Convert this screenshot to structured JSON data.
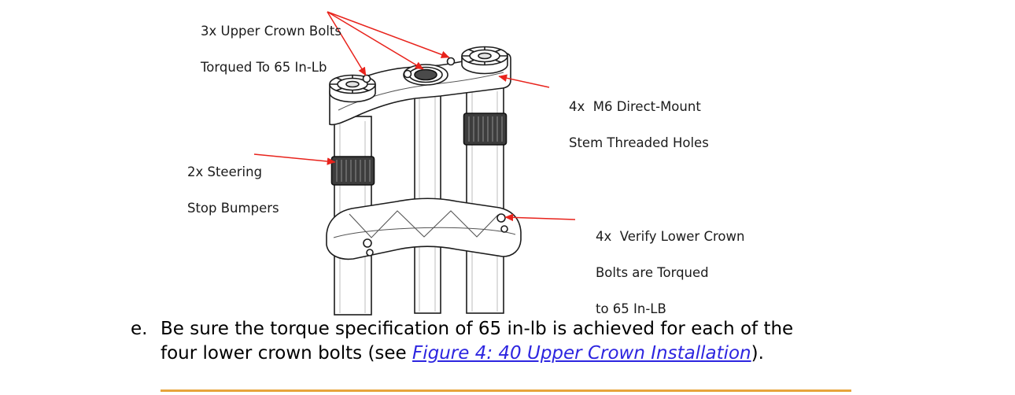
{
  "figure": {
    "arrow_color": "#e8231c",
    "callouts": [
      {
        "name": "upper-crown-bolts",
        "lines": [
          "3x Upper Crown Bolts",
          "Torqued To 65 In-Lb"
        ]
      },
      {
        "name": "stem-threaded-holes",
        "lines": [
          "4x  M6 Direct-Mount",
          "Stem Threaded Holes"
        ]
      },
      {
        "name": "steering-stop-bumpers",
        "lines": [
          "2x Steering",
          "Stop Bumpers"
        ]
      },
      {
        "name": "lower-crown-bolts",
        "lines": [
          "4x  Verify Lower Crown",
          "Bolts are Torqued",
          "to 65 In-LB"
        ]
      }
    ]
  },
  "body": {
    "marker": "e.",
    "line1": "Be sure the torque specification of 65 in-lb is achieved for each of the",
    "line2_prefix": "four lower crown bolts (see ",
    "link_text": "Figure 4: 40 Upper Crown Installation",
    "line2_suffix": ").",
    "link_color": "#2d25e0"
  },
  "divider": {
    "color": "#e7a43c"
  }
}
